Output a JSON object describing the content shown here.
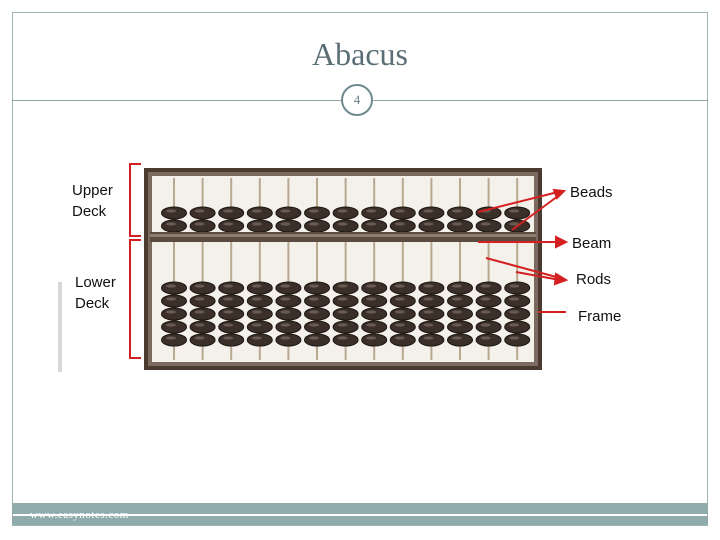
{
  "slide": {
    "title": "Abacus",
    "page_number": "4",
    "footer": "www.easynotes.com"
  },
  "diagram": {
    "labels": {
      "upper_deck_line1": "Upper",
      "upper_deck_line2": "Deck",
      "lower_deck_line1": "Lower",
      "lower_deck_line2": "Deck",
      "beads": "Beads",
      "beam": "Beam",
      "rods": "Rods",
      "frame": "Frame"
    },
    "abacus": {
      "rod_count": 13,
      "upper_beads_per_rod": 2,
      "lower_beads_per_rod": 5
    },
    "colors": {
      "frame": "#4a3a30",
      "bead": "#3b2f2a",
      "pointer": "#d42020",
      "accent": "#8fabab"
    }
  }
}
